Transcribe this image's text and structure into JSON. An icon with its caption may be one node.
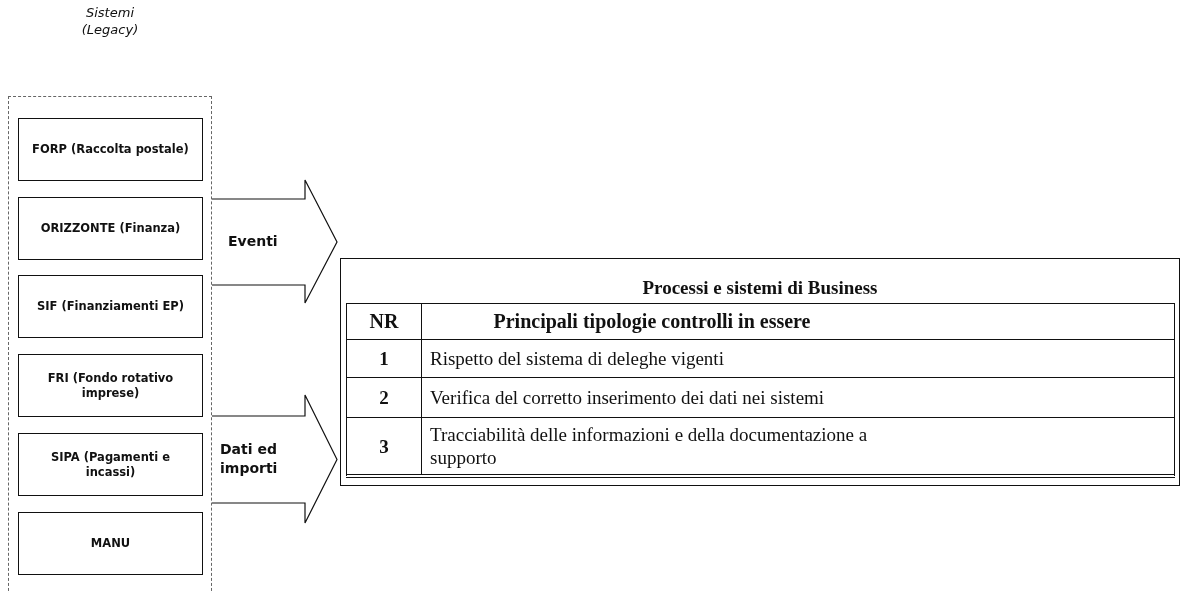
{
  "diagram": {
    "nodes": [
      {
        "text": [
          "Sistemi (Legacy)"
        ]
      },
      {
        "text": [
          "FORP (Raccolta postale)"
        ],
        "in": 0
      },
      {
        "text": [
          "ORIZZONTE (Finanza)"
        ],
        "in": 0
      },
      {
        "text": [
          "SIF (Finanziamenti EP)"
        ],
        "in": 0
      },
      {
        "text": [
          "FRI (Fondo rotativo imprese)"
        ],
        "in": 0
      },
      {
        "text": [
          "SIPA (Pagamenti e incassi)"
        ],
        "in": 0
      },
      {
        "text": [
          "MANU"
        ],
        "in": 0
      },
      {
        "text": [
          "Processi e sistemi di Business"
        ]
      }
    ],
    "edges": [
      {
        "from": 0,
        "to": 7,
        "arrow": "to",
        "label": "Eventi"
      },
      {
        "from": 0,
        "to": 7,
        "arrow": "to",
        "label": "Dati ed importi"
      }
    ],
    "labels": [
      "NR",
      "Principali tipologie controlli in essere",
      "1",
      "Rispetto del sistema di deleghe vigenti",
      "2",
      "Verifica del corretto inserimento dei dati nei sistemi",
      "3",
      "Tracciabilità delle informazioni e della documentazione a supporto"
    ]
  }
}
